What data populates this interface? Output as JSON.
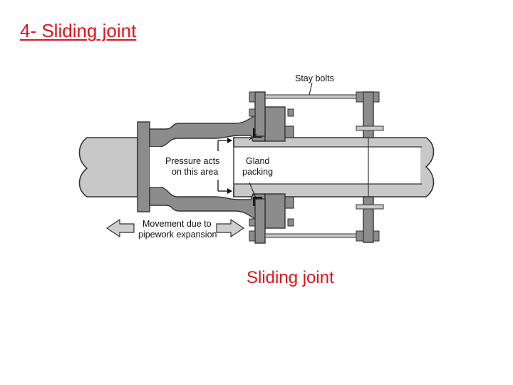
{
  "slide": {
    "title": "4- Sliding joint",
    "caption": "Sliding joint"
  },
  "diagram": {
    "labels": {
      "stay_bolts": "Stay bolts",
      "pressure_line1": "Pressure acts",
      "pressure_line2": "on this area",
      "gland_line1": "Gland",
      "gland_line2": "packing",
      "movement_line1": "Movement due to",
      "movement_line2": "pipework expansion"
    },
    "colors": {
      "title": "#e0141b",
      "metal": "#8c8c8c",
      "pipe": "#c8c8c8",
      "bore": "#ffffff",
      "packing": "#111111",
      "arrow_fill": "#cfcfcf"
    }
  }
}
